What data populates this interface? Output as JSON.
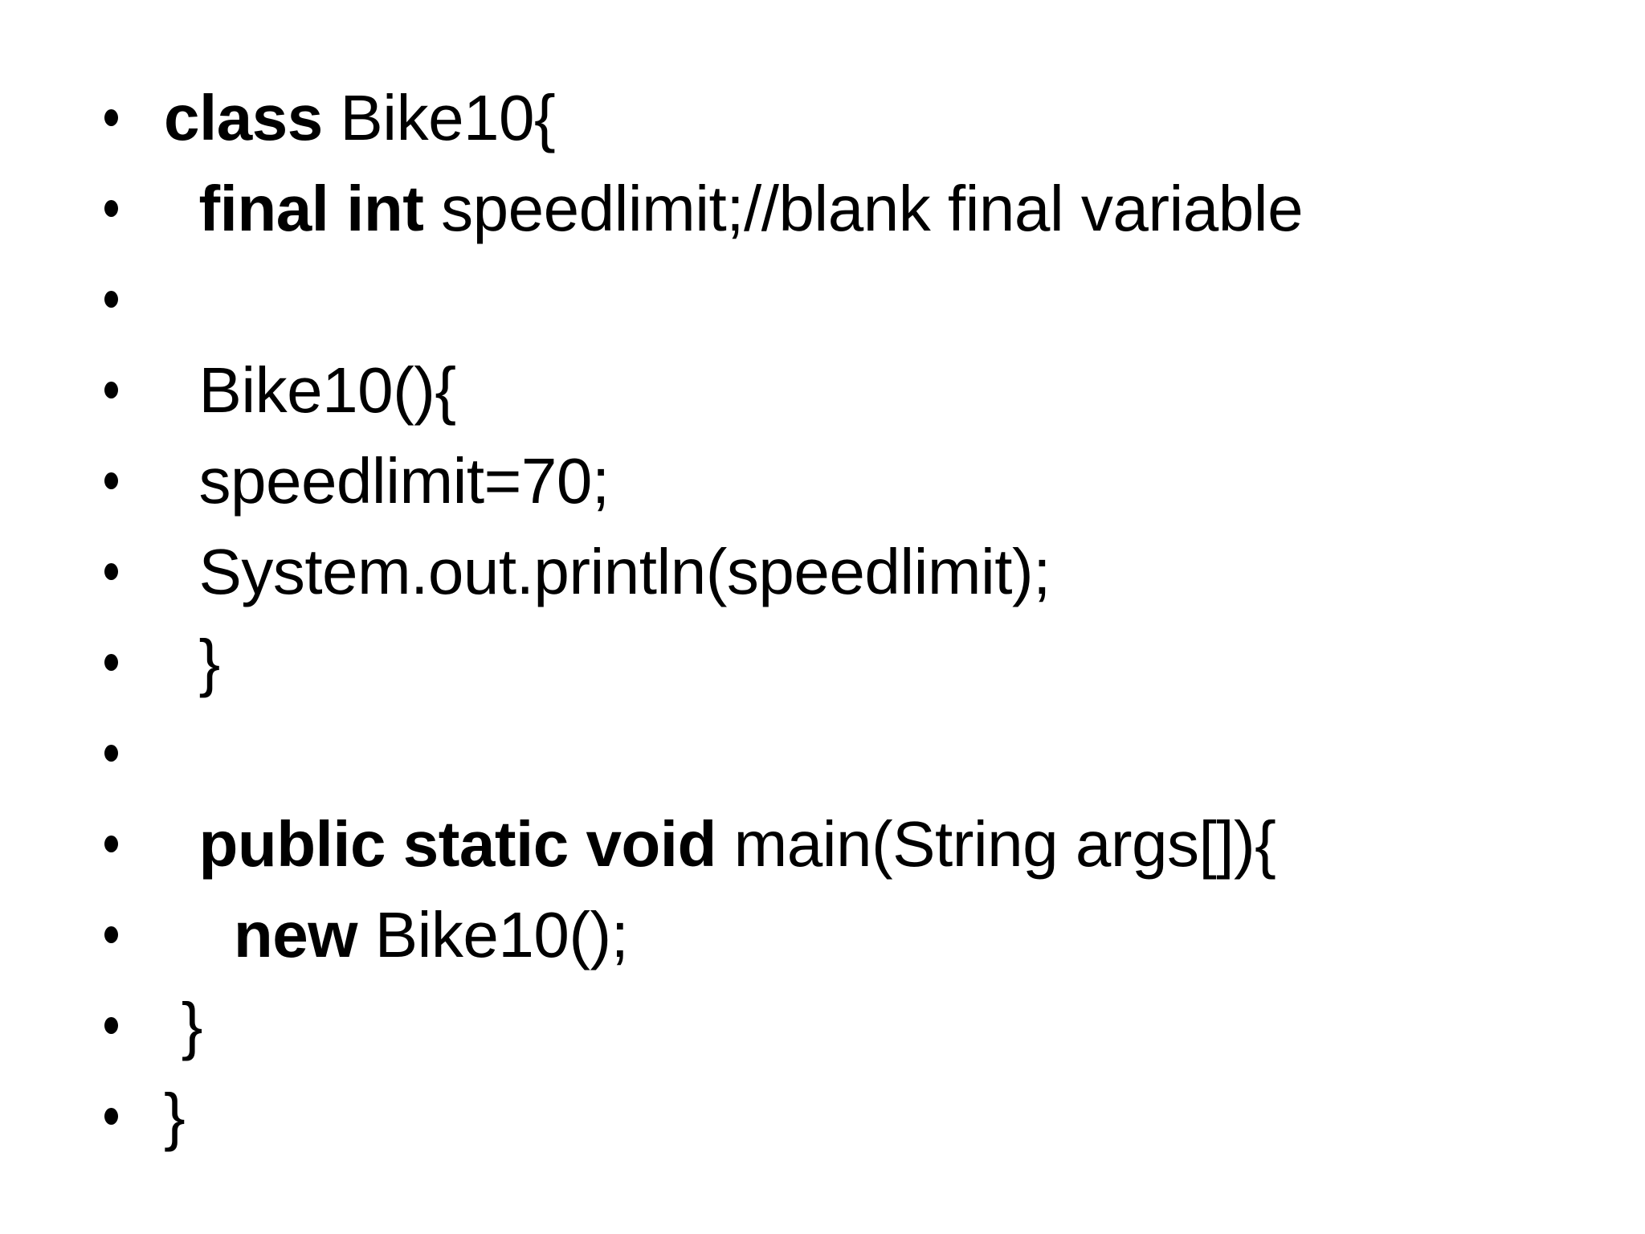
{
  "slide": {
    "background": "#ffffff",
    "text_color": "#000000",
    "bullet_color": "#000000",
    "code_lines": [
      {
        "segments": [
          {
            "text": "class",
            "bold": true
          },
          {
            "text": " Bike10{",
            "bold": false
          }
        ]
      },
      {
        "segments": [
          {
            "text": "  ",
            "bold": false
          },
          {
            "text": "final int",
            "bold": true
          },
          {
            "text": " speedlimit;//blank final variable",
            "bold": false
          }
        ]
      },
      {
        "segments": []
      },
      {
        "segments": [
          {
            "text": "  Bike10(){",
            "bold": false
          }
        ]
      },
      {
        "segments": [
          {
            "text": "  speedlimit=70;",
            "bold": false
          }
        ]
      },
      {
        "segments": [
          {
            "text": "  System.out.println(speedlimit);",
            "bold": false
          }
        ]
      },
      {
        "segments": [
          {
            "text": "  }",
            "bold": false
          }
        ]
      },
      {
        "segments": []
      },
      {
        "segments": [
          {
            "text": "  ",
            "bold": false
          },
          {
            "text": "public static void",
            "bold": true
          },
          {
            "text": " main(String args[]){",
            "bold": false
          }
        ]
      },
      {
        "segments": [
          {
            "text": "    ",
            "bold": false
          },
          {
            "text": "new",
            "bold": true
          },
          {
            "text": " Bike10();",
            "bold": false
          }
        ]
      },
      {
        "segments": [
          {
            "text": " }",
            "bold": false
          }
        ]
      },
      {
        "segments": [
          {
            "text": "}",
            "bold": false
          }
        ]
      }
    ]
  }
}
